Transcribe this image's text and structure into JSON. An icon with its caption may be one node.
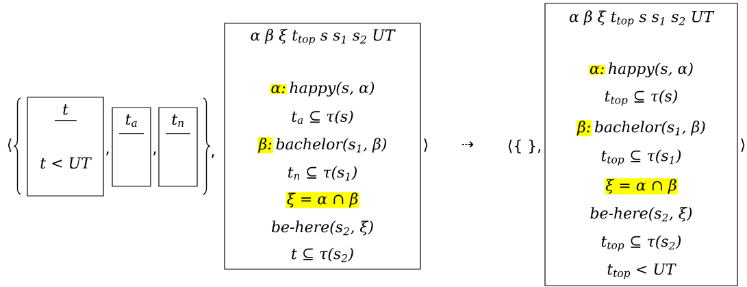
{
  "diagram": {
    "nodes": [
      {
        "text": [
          "t",
          "t < UT"
        ]
      },
      {
        "text": [
          "t$_{a}$"
        ]
      },
      {
        "text": [
          "t$_{n}$"
        ]
      },
      {
        "text": [
          "α β ξ t$_{top}$ s s$_{1}$ s$_{2}$ UT",
          "α:",
          "happy(s, α)",
          "t$_{a}$ ⊆ τ(s)",
          "β:",
          "bachelor(s$_{1}$, β)",
          "t$_{n}$ ⊆ τ(s$_{1}$)",
          "ξ = α ∩ β",
          "be-here(s$_{2}$, ξ)",
          "t ⊆ τ(s$_{2}$)"
        ]
      },
      {
        "text": [
          "α β ξ t$_{top}$ s s$_{1}$ s$_{2}$ UT",
          "α:",
          "happy(s, α)",
          "t$_{top}$ ⊆ τ(s)",
          "β:",
          "bachelor(s$_{1}$, β)",
          "t$_{top}$ ⊆ τ(s$_{1}$)",
          "ξ = α ∩ β",
          "be-here(s$_{2}$, ξ)",
          "t$_{top}$ ⊆ τ(s$_{2}$)",
          "t$_{top}$ < UT"
        ]
      }
    ],
    "labels": [
      "⟨",
      ",",
      ",",
      ",",
      "⟩",
      "⇢",
      "⟨{ },",
      "⟩"
    ]
  }
}
